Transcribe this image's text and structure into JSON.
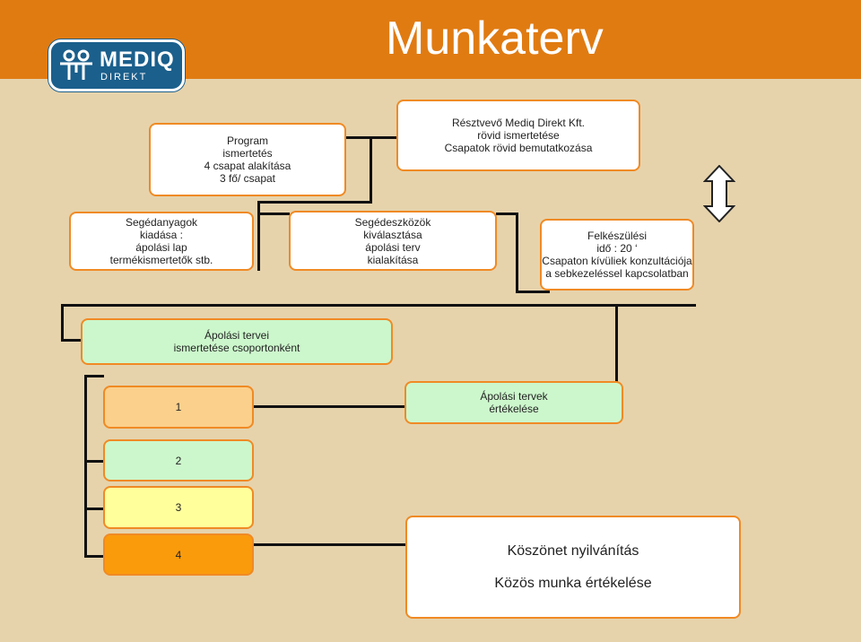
{
  "title": "Munkaterv",
  "logo": {
    "brand": "MEDIQ",
    "sub": "DIREKT"
  },
  "nodes": {
    "program": [
      "Program",
      "ismertetés",
      "4 csapat alakítása",
      "3 fő/ csapat"
    ],
    "resztvevo": [
      "Résztvevő Mediq Direkt Kft.",
      "rövid ismertetése",
      "Csapatok rövid bemutatkozása"
    ],
    "segedanyagok": [
      "Segédanyagok",
      "kiadása :",
      "ápolási lap",
      "termékismertetők  stb."
    ],
    "segedeszkozok": [
      "Segédeszközök",
      "kiválasztása",
      "ápolási terv",
      "kialakítása"
    ],
    "felkeszulesi": [
      "Felkészülési",
      "idő : 20 ‘",
      "Csapaton kívüliek konzultációja",
      "a sebkezeléssel kapcsolatban"
    ],
    "apolasi_tervei": [
      "Ápolási tervei",
      "ismertetése csoportonként"
    ],
    "ertekelese": [
      "Ápolási tervek",
      "értékelése"
    ],
    "koszonet": [
      "Köszönet nyilvánítás",
      "Közös munka értékelése"
    ]
  },
  "groups": [
    {
      "label": "1",
      "color": "#fbd08c"
    },
    {
      "label": "2",
      "color": "#ccf7cc"
    },
    {
      "label": "3",
      "color": "#ffff9c"
    },
    {
      "label": "4",
      "color": "#fa9b0c"
    }
  ],
  "colors": {
    "accent": "#e07b12",
    "border": "#f08a24",
    "background": "#e6d3ac"
  },
  "icons": {
    "double_arrow": "up-down-arrow-icon"
  }
}
